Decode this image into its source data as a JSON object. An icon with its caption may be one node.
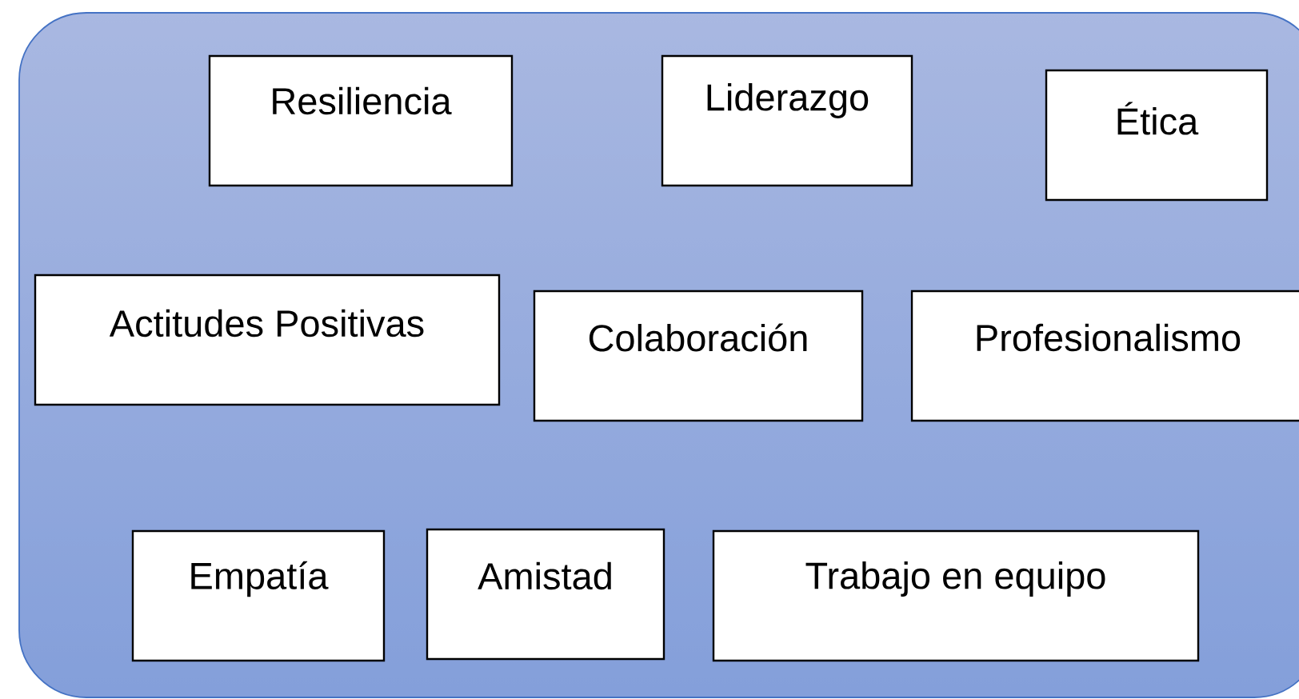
{
  "diagram": {
    "nodes": [
      {
        "text": [],
        "shape": "box"
      },
      {
        "text": [
          "Resiliencia"
        ],
        "in": 0
      },
      {
        "text": [
          "Liderazgo"
        ],
        "in": 0
      },
      {
        "text": [
          "Ética"
        ],
        "in": 0
      },
      {
        "text": [
          "Actitudes Positivas"
        ],
        "in": 0
      },
      {
        "text": [
          "Colaboración"
        ],
        "in": 0
      },
      {
        "text": [
          "Profesionalismo"
        ],
        "in": 0
      },
      {
        "text": [
          "Empatía"
        ],
        "in": 0
      },
      {
        "text": [
          "Amistad"
        ],
        "in": 0
      },
      {
        "text": [
          "Trabajo en equipo"
        ],
        "in": 0
      }
    ]
  }
}
